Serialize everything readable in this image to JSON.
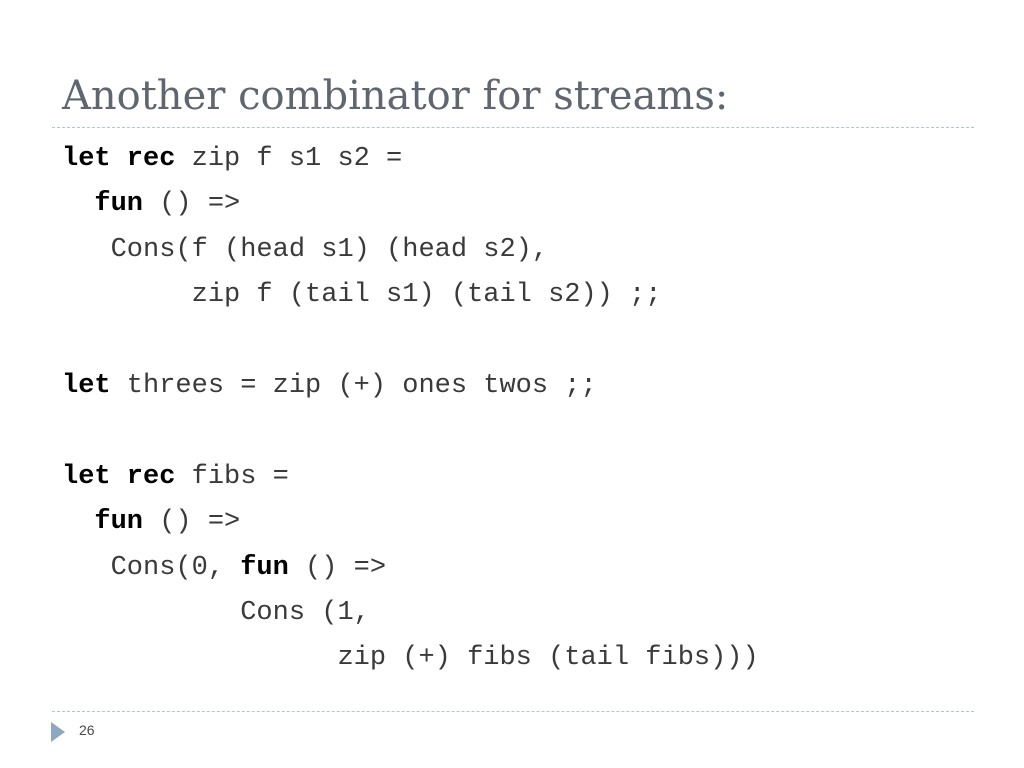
{
  "slide": {
    "title": "Another combinator for streams:",
    "page_number": "26"
  },
  "code": {
    "lines": [
      [
        {
          "t": "let rec",
          "kw": true
        },
        {
          "t": " zip f s1 s2 =",
          "kw": false
        }
      ],
      [
        {
          "t": "  ",
          "kw": false
        },
        {
          "t": "fun",
          "kw": true
        },
        {
          "t": " () =>",
          "kw": false
        }
      ],
      [
        {
          "t": "   Cons(f (head s1) (head s2),",
          "kw": false
        }
      ],
      [
        {
          "t": "        zip f (tail s1) (tail s2)) ;;",
          "kw": false
        }
      ],
      [
        {
          "t": "",
          "kw": false
        }
      ],
      [
        {
          "t": "let",
          "kw": true
        },
        {
          "t": " threes = zip (+) ones twos ;;",
          "kw": false
        }
      ],
      [
        {
          "t": "",
          "kw": false
        }
      ],
      [
        {
          "t": "let rec",
          "kw": true
        },
        {
          "t": " fibs =",
          "kw": false
        }
      ],
      [
        {
          "t": "  ",
          "kw": false
        },
        {
          "t": "fun",
          "kw": true
        },
        {
          "t": " () =>",
          "kw": false
        }
      ],
      [
        {
          "t": "   Cons(0, ",
          "kw": false
        },
        {
          "t": "fun",
          "kw": true
        },
        {
          "t": " () =>",
          "kw": false
        }
      ],
      [
        {
          "t": "           Cons (1,",
          "kw": false
        }
      ],
      [
        {
          "t": "                 zip (+) fibs (tail fibs)))",
          "kw": false
        }
      ]
    ]
  },
  "colors": {
    "title": "#5f6670",
    "rule": "#b9c3cf",
    "bullet_arrow": "#8fa7c2",
    "keyword": "#000000",
    "code_text": "#3a3a3a"
  },
  "icons": {
    "footer_bullet": "triangle-right-icon"
  }
}
